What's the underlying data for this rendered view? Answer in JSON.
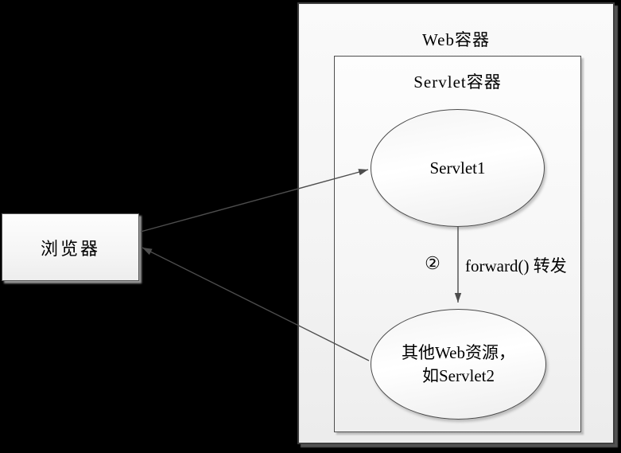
{
  "nodes": {
    "web_container": {
      "label": "Web容器"
    },
    "servlet_container": {
      "label": "Servlet容器"
    },
    "servlet1": {
      "label": "Servlet1"
    },
    "other_resource": {
      "line1": "其他Web资源，",
      "line2": "如Servlet2"
    },
    "browser": {
      "label": "浏览器"
    }
  },
  "edges": {
    "forward": {
      "step": "②",
      "label": "forward() 转发"
    }
  },
  "colors": {
    "background": "#000000",
    "shape_fill_light": "#fdfdfd",
    "shape_fill_dark": "#ececec",
    "border": "#4e4e4e",
    "arrow_line": "#4d4d4d",
    "text": "#000000",
    "shadow": "#969696"
  }
}
